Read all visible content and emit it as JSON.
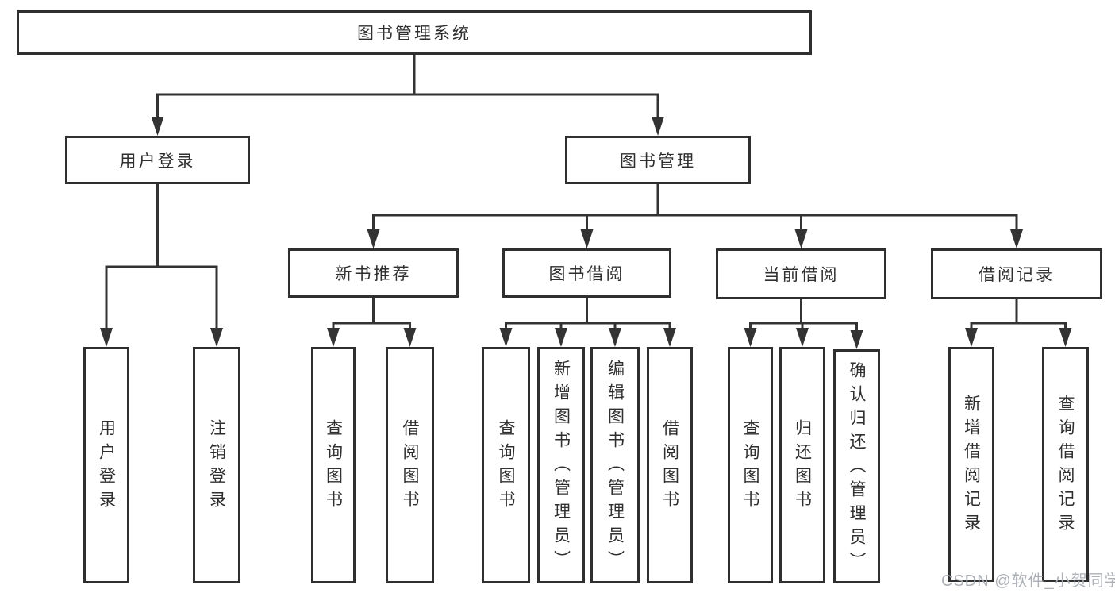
{
  "nodes": {
    "root": "图书管理系统",
    "user_login": "用户登录",
    "book_management": "图书管理",
    "new_book_recommend": "新书推荐",
    "book_borrow": "图书借阅",
    "current_borrow": "当前借阅",
    "borrow_records": "借阅记录",
    "leaf_user_login": "用户登录",
    "leaf_logout": "注销登录",
    "leaf_nbr_query_books": "查询图书",
    "leaf_nbr_borrow_books": "借阅图书",
    "leaf_bb_query_books": "查询图书",
    "leaf_bb_add_books": "新增图书（管理员）",
    "leaf_bb_edit_books": "编辑图书（管理员）",
    "leaf_bb_borrow_books": "借阅图书",
    "leaf_cb_query_books": "查询图书",
    "leaf_cb_return_books": "归还图书",
    "leaf_cb_confirm_return": "确认归还（管理员）",
    "leaf_br_add_record": "新增借阅记录",
    "leaf_br_query_record": "查询借阅记录"
  },
  "watermark": "CSDN @软件_小贺同学",
  "colors": {
    "line": "#333333",
    "text": "#2f2f2f",
    "box_background": "#ffffff",
    "watermark": "#a9adb4"
  }
}
